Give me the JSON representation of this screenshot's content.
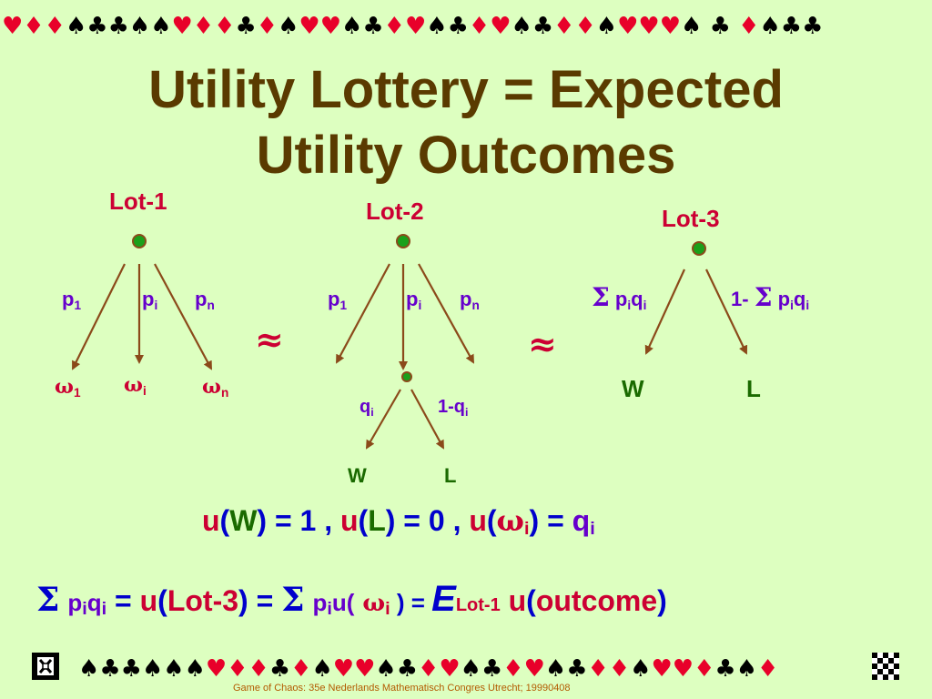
{
  "border": {
    "top": [
      [
        "♥",
        "r"
      ],
      [
        "♦",
        "r"
      ],
      [
        "♦",
        "r"
      ],
      [
        "♠",
        "b"
      ],
      [
        "♣",
        "b"
      ],
      [
        "♣",
        "b"
      ],
      [
        "♠",
        "b"
      ],
      [
        "♠",
        "b"
      ],
      [
        "♥",
        "r"
      ],
      [
        "♦",
        "r"
      ],
      [
        "♦",
        "r"
      ],
      [
        "♣",
        "b"
      ],
      [
        "♦",
        "r"
      ],
      [
        "♠",
        "b"
      ],
      [
        "♥",
        "r"
      ],
      [
        "♥",
        "r"
      ],
      [
        "♠",
        "b"
      ],
      [
        "♣",
        "b"
      ],
      [
        "♦",
        "r"
      ],
      [
        "♥",
        "r"
      ],
      [
        "♠",
        "b"
      ],
      [
        "♣",
        "b"
      ],
      [
        "♦",
        "r"
      ],
      [
        "♥",
        "r"
      ],
      [
        "♠",
        "b"
      ],
      [
        "♣",
        "b"
      ],
      [
        "♦",
        "r"
      ],
      [
        "♦",
        "r"
      ],
      [
        "♠",
        "b"
      ],
      [
        "♥",
        "r"
      ],
      [
        "♥",
        "r"
      ],
      [
        "♥",
        "r"
      ],
      [
        "♠",
        "b"
      ],
      [
        " ",
        "b"
      ],
      [
        "♣",
        "b"
      ],
      [
        " ",
        "b"
      ],
      [
        "♦",
        "r"
      ],
      [
        "♠",
        "b"
      ],
      [
        "♣",
        "b"
      ],
      [
        "♣",
        "b"
      ]
    ],
    "bottom": [
      [
        "♠",
        "b"
      ],
      [
        "♣",
        "b"
      ],
      [
        "♣",
        "b"
      ],
      [
        "♠",
        "b"
      ],
      [
        "♠",
        "b"
      ],
      [
        "♠",
        "b"
      ],
      [
        "♥",
        "r"
      ],
      [
        "♦",
        "r"
      ],
      [
        "♦",
        "r"
      ],
      [
        "♣",
        "b"
      ],
      [
        "♦",
        "r"
      ],
      [
        "♠",
        "b"
      ],
      [
        "♥",
        "r"
      ],
      [
        "♥",
        "r"
      ],
      [
        "♠",
        "b"
      ],
      [
        "♣",
        "b"
      ],
      [
        "♦",
        "r"
      ],
      [
        "♥",
        "r"
      ],
      [
        "♠",
        "b"
      ],
      [
        "♣",
        "b"
      ],
      [
        "♦",
        "r"
      ],
      [
        "♥",
        "r"
      ],
      [
        "♠",
        "b"
      ],
      [
        "♣",
        "b"
      ],
      [
        "♦",
        "r"
      ],
      [
        "♦",
        "r"
      ],
      [
        "♠",
        "b"
      ],
      [
        "♥",
        "r"
      ],
      [
        "♥",
        "r"
      ],
      [
        "♦",
        "r"
      ],
      [
        "♣",
        "b"
      ],
      [
        "♠",
        "b"
      ],
      [
        "♦",
        "r"
      ]
    ]
  },
  "title": {
    "line1": "Utility Lottery = Expected",
    "line2": "Utility Outcomes"
  },
  "approx": "≈",
  "lot1": {
    "label": "Lot-1",
    "probs": [
      {
        "p": "p",
        "sub": "1"
      },
      {
        "p": "p",
        "sub": "i"
      },
      {
        "p": "p",
        "sub": "n"
      }
    ],
    "outcomes": [
      {
        "w": "ω",
        "sub": "1"
      },
      {
        "w": "ω",
        "sub": "i"
      },
      {
        "w": "ω",
        "sub": "n"
      }
    ]
  },
  "lot2": {
    "label": "Lot-2",
    "probs": [
      {
        "p": "p",
        "sub": "1"
      },
      {
        "p": "p",
        "sub": "i"
      },
      {
        "p": "p",
        "sub": "n"
      }
    ],
    "sub_probs": [
      {
        "p": "q",
        "sub": "i"
      },
      {
        "p": "1-q",
        "sub": "i"
      }
    ],
    "outcomes": [
      "W",
      "L"
    ]
  },
  "lot3": {
    "label": "Lot-3",
    "left_prob": {
      "sigma": "Σ",
      "a": "p",
      "a_sub": "i",
      "b": "q",
      "b_sub": "i"
    },
    "right_prob": {
      "prefix": "1- ",
      "sigma": "Σ",
      "a": "p",
      "a_sub": "i",
      "b": "q",
      "b_sub": "i"
    },
    "outcomes": [
      "W",
      "L"
    ]
  },
  "eq1": {
    "u": "u",
    "open": "(",
    "close": ")",
    "W": "W",
    "L": "L",
    "eq_w": " = 1 , ",
    "eq_l": " = 0 , ",
    "omega": "ω",
    "omega_sub": "i",
    "eq_q": " = ",
    "q": "q",
    "q_sub": "i"
  },
  "eq2": {
    "sigma": "Σ",
    "p": "p",
    "p_sub": "i",
    "q": "q",
    "q_sub": "i",
    "eq": "  = ",
    "u": "u",
    "lot3": "Lot-3",
    "eq2": " = ",
    "pu_p": "p",
    "pu_sub": "i",
    "pu_u": "u(",
    "omega": "ω",
    "omega_sub": "i",
    "pu_close": " ) = ",
    "E": "E",
    "E_sub": "Lot-1",
    "u2": "u",
    "outcome": "outcome"
  },
  "footer": "Game of Chaos:  35e Nederlands Mathematisch Congres Utrecht; 19990408"
}
